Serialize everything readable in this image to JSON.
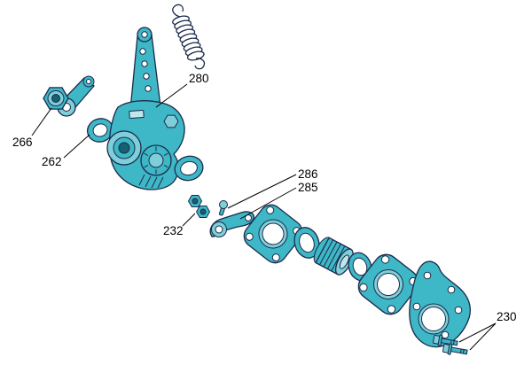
{
  "diagram": {
    "background": "#ffffff",
    "colors": {
      "part_fill": "#3eb7c6",
      "part_fill_light": "#7fcfda",
      "part_fill_pale": "#bfe7ec",
      "part_fill_dark": "#15616f",
      "outline": "#1c2b4a",
      "callout_line": "#000000",
      "label_text": "#000000"
    },
    "labels": {
      "slack_adjuster": "280",
      "hex_nut": "266",
      "washer": "262",
      "lock_nuts": "232",
      "pin": "286",
      "cam_lever": "285",
      "mounting_bolts": "230"
    }
  }
}
